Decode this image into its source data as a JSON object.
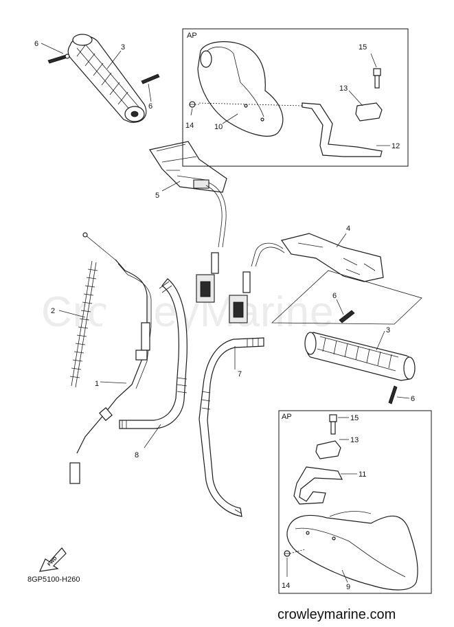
{
  "watermark": "CrowleyMarine",
  "drawing_code": "8GP5100-H260",
  "site_url": "crowleymarine.com",
  "fwd_label": "FWD",
  "inset_top": {
    "label": "AP"
  },
  "inset_bottom": {
    "label": "AP"
  },
  "callouts": {
    "top_grip_3": "3",
    "top_pin_6a": "6",
    "top_pin_6b": "6",
    "tape_5": "5",
    "tape_4": "4",
    "cable_1": "1",
    "spring_2": "2",
    "hose_8": "8",
    "hose_7": "7",
    "right_pin_6a": "6",
    "right_grip_3": "3",
    "right_pin_6b": "6",
    "ap1_15": "15",
    "ap1_13": "13",
    "ap1_14": "14",
    "ap1_10": "10",
    "ap1_12": "12",
    "ap2_15": "15",
    "ap2_13": "13",
    "ap2_11": "11",
    "ap2_14": "14",
    "ap2_9": "9"
  }
}
